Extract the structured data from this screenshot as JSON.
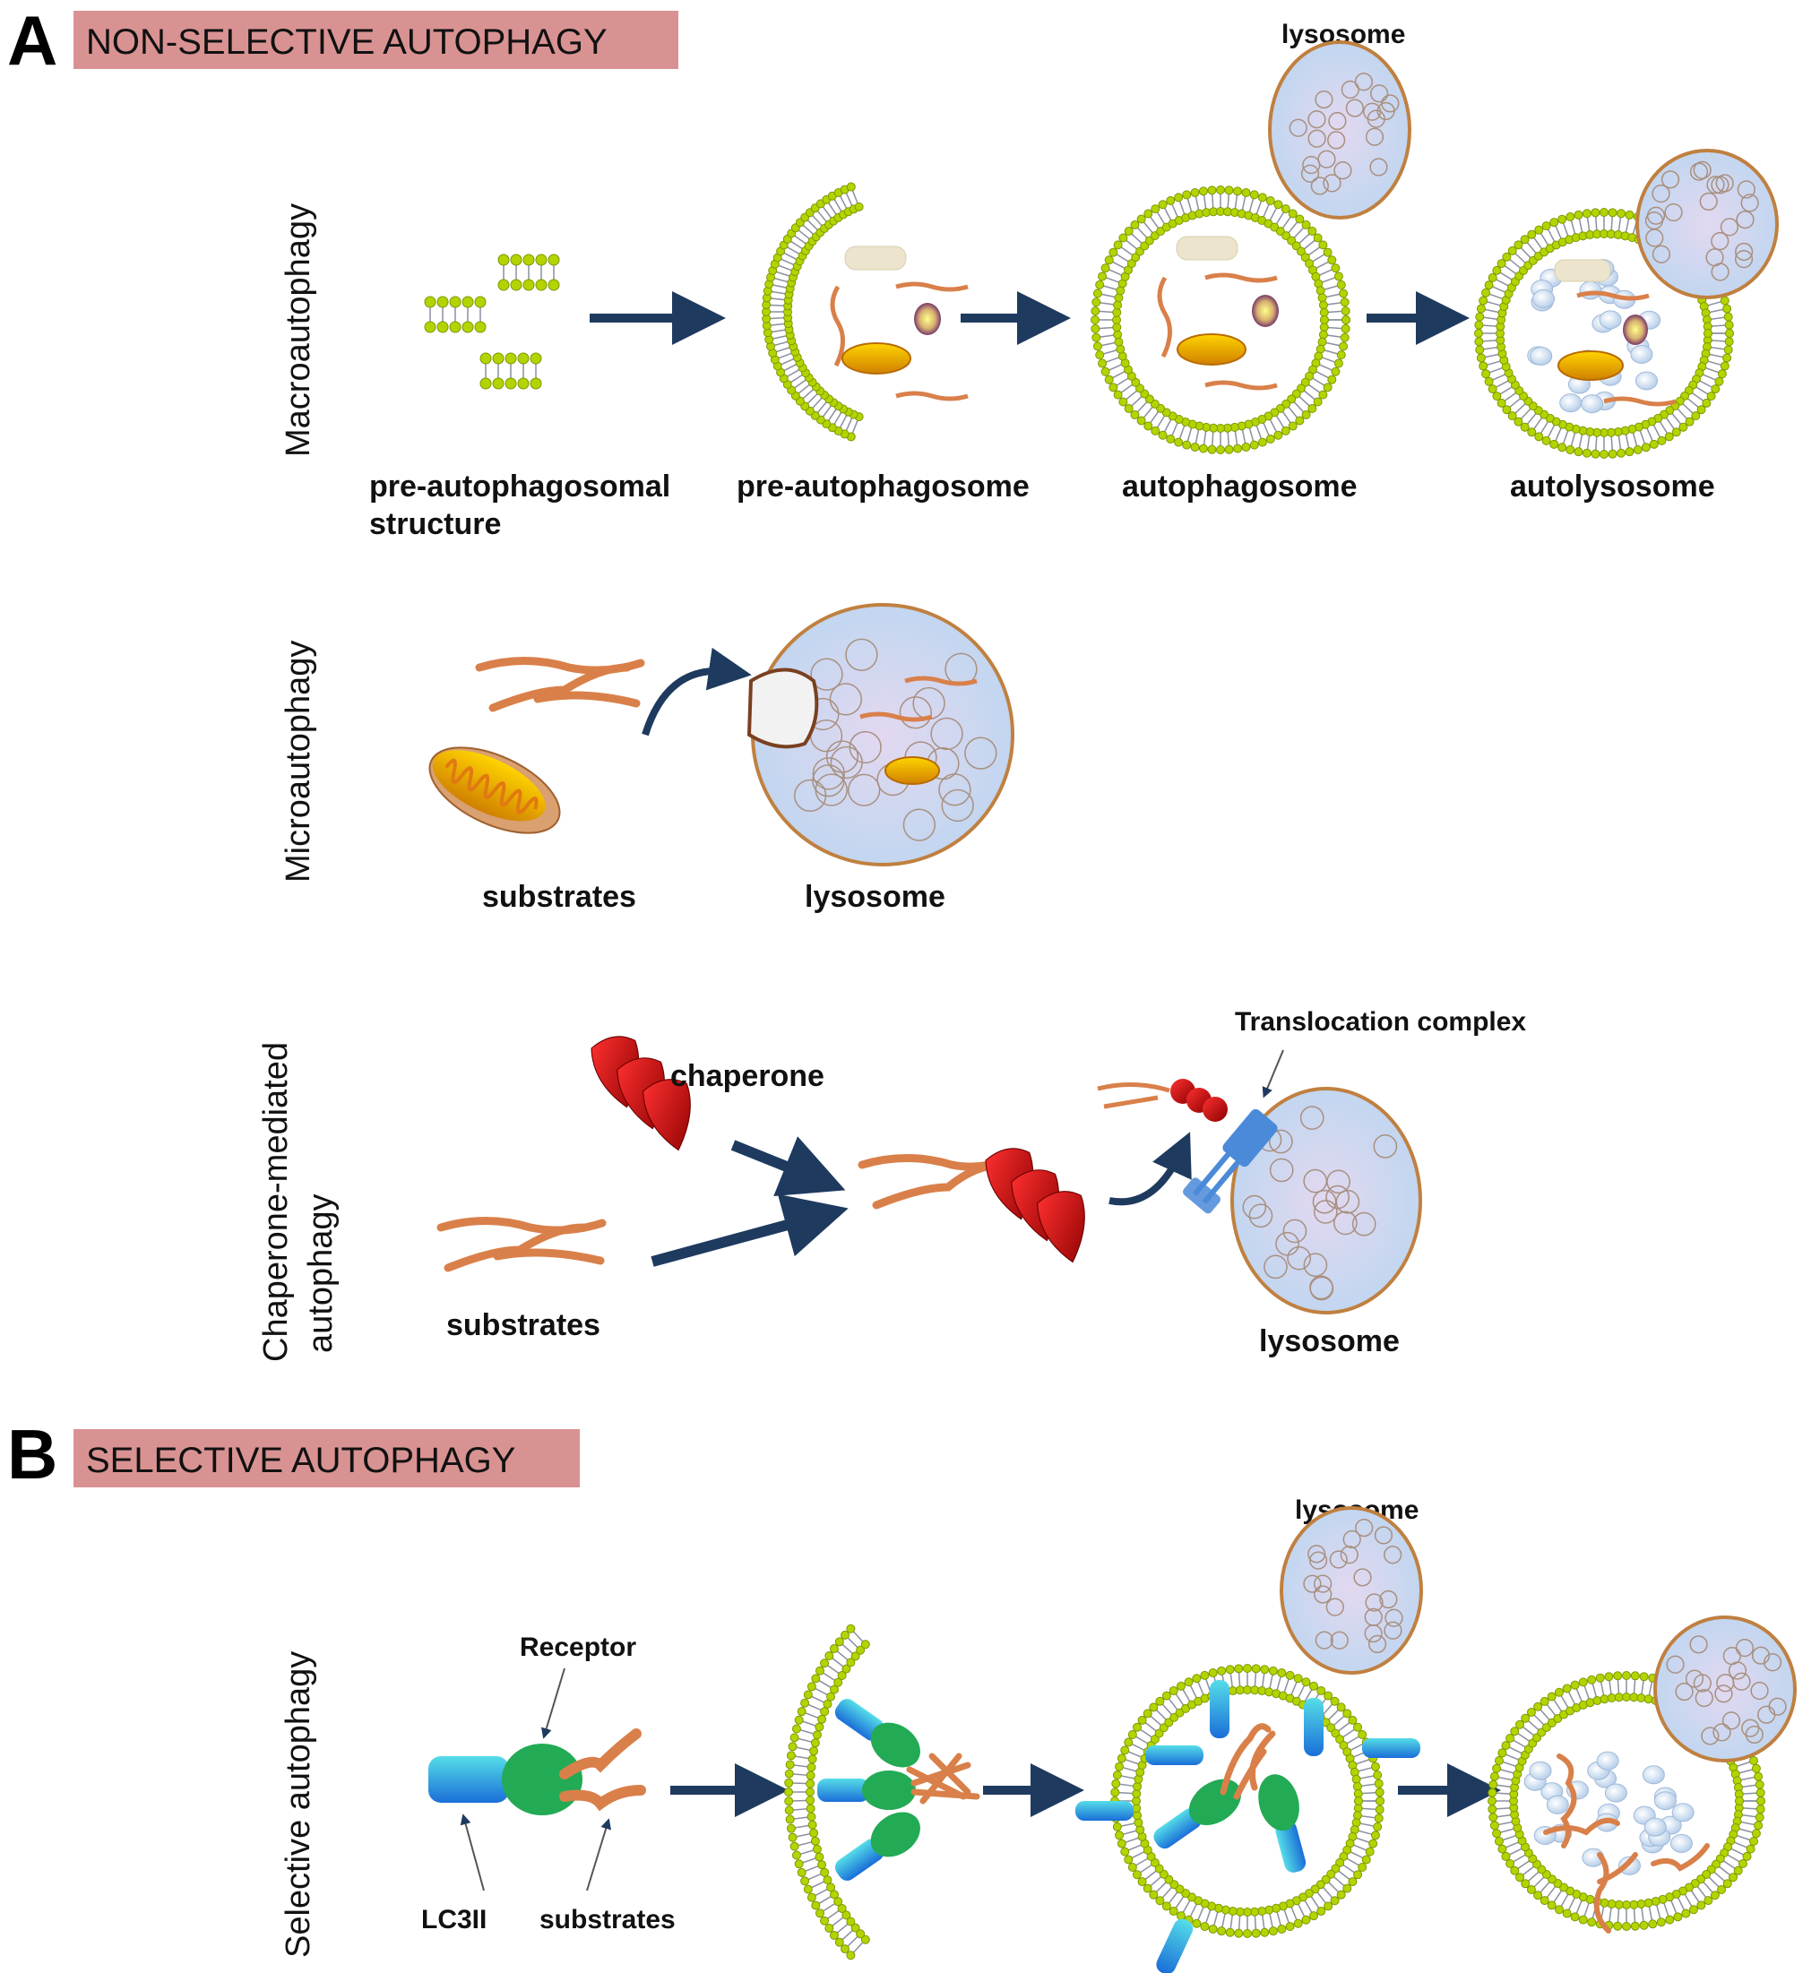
{
  "panels": [
    {
      "letter": "A",
      "banner": "NON-SELECTIVE AUTOPHAGY",
      "rows": [
        {
          "side_label": "Macroautophagy",
          "stages": [
            "pre-autophagosomal",
            "structure",
            "pre-autophagosome",
            "autophagosome",
            "autolysosome"
          ],
          "top_label": "lysosome"
        },
        {
          "side_label": "Microautophagy",
          "stages": [
            "substrates",
            "lysosome"
          ]
        },
        {
          "side_label_lines": [
            "Chaperone-mediated",
            "autophagy"
          ],
          "stages": [
            "chaperone",
            "substrates",
            "lysosome"
          ],
          "annotation": "Translocation complex"
        }
      ]
    },
    {
      "letter": "B",
      "banner": "SELECTIVE AUTOPHAGY",
      "rows": [
        {
          "side_label": "Selective autophagy",
          "annotations": [
            "Receptor",
            "LC3II",
            "substrates"
          ],
          "top_label": "lysosome"
        }
      ]
    }
  ],
  "colors": {
    "banner": "#d99292",
    "arrow": "#1f3a5f",
    "lipid_head": "#b5d300",
    "lysosome_fill": "#c8dcf2",
    "lysosome_border": "#c08040",
    "substrate": "#d9804a",
    "chaperone": "#cc1010",
    "receptor": "#22aa55",
    "lc3": "#22aadd"
  }
}
